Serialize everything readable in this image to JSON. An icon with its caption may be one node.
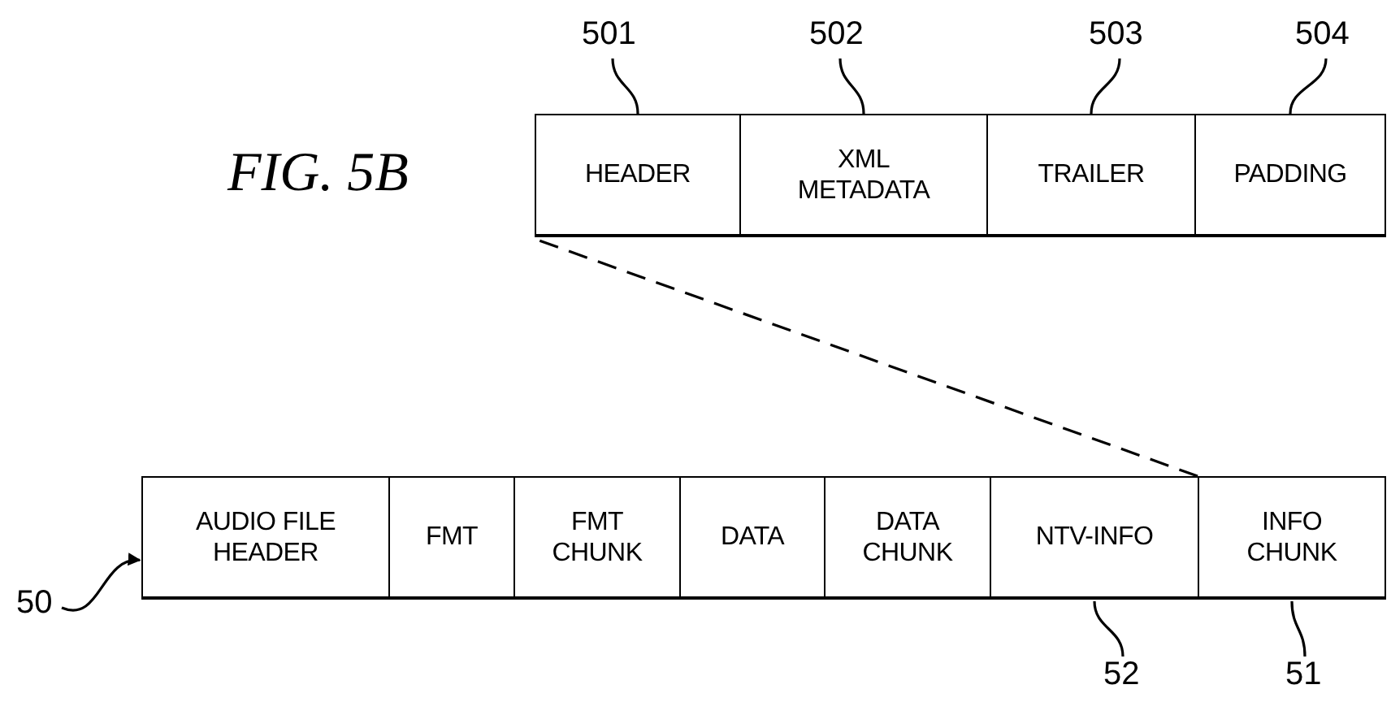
{
  "diagram": {
    "title": "FIG. 5B",
    "nodes": [
      {
        "text": [
          "HEADER"
        ]
      },
      {
        "text": [
          "XML METADATA"
        ]
      },
      {
        "text": [
          "TRAILER"
        ]
      },
      {
        "text": [
          "PADDING"
        ]
      },
      {
        "text": [
          "AUDIO FILE HEADER"
        ]
      },
      {
        "text": [
          "FMT"
        ]
      },
      {
        "text": [
          "FMT CHUNK"
        ]
      },
      {
        "text": [
          "DATA"
        ]
      },
      {
        "text": [
          "DATA CHUNK"
        ]
      },
      {
        "text": [
          "NTV-INFO"
        ]
      },
      {
        "text": [
          "INFO CHUNK"
        ]
      },
      {
        "text": [
          "501"
        ]
      },
      {
        "text": [
          "502"
        ]
      },
      {
        "text": [
          "503"
        ]
      },
      {
        "text": [
          "504"
        ]
      },
      {
        "text": [
          "50"
        ]
      },
      {
        "text": [
          "52"
        ]
      },
      {
        "text": [
          "51"
        ]
      }
    ],
    "edges": [
      {
        "from": 11,
        "to": 0,
        "arrow": "none"
      },
      {
        "from": 12,
        "to": 1,
        "arrow": "none"
      },
      {
        "from": 13,
        "to": 2,
        "arrow": "none"
      },
      {
        "from": 14,
        "to": 3,
        "arrow": "none"
      },
      {
        "from": 10,
        "to": 0,
        "arrow": "none",
        "style": "dashed"
      },
      {
        "from": 15,
        "to": 4,
        "arrow": "to"
      },
      {
        "from": 16,
        "to": 9,
        "arrow": "none"
      },
      {
        "from": 17,
        "to": 10,
        "arrow": "none"
      }
    ]
  }
}
